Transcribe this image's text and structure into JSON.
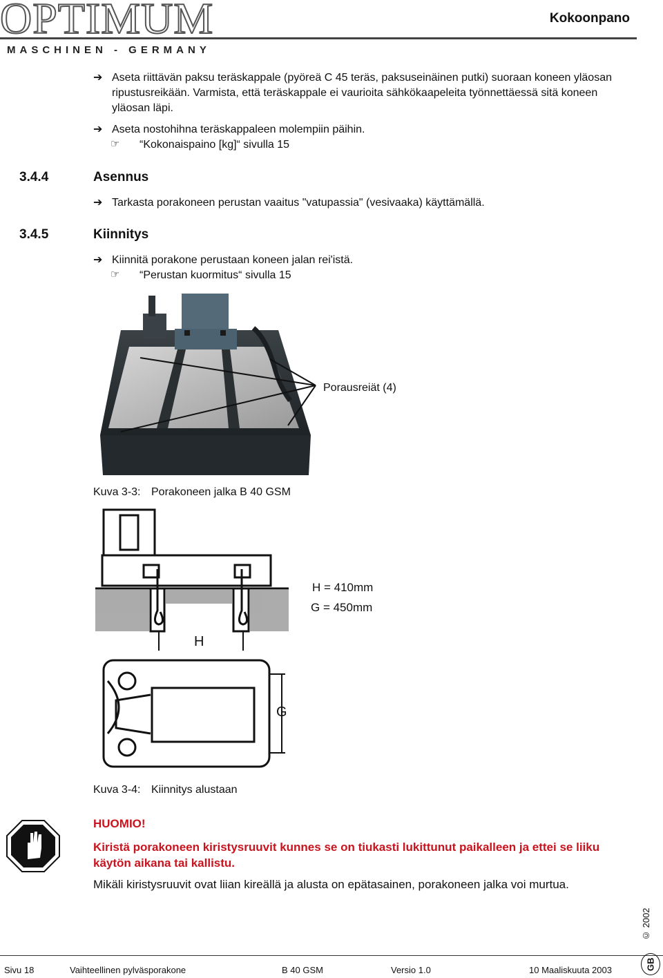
{
  "header": {
    "logo_main": "OPTIMUM",
    "logo_sub": "MASCHINEN - GERMANY",
    "section_title": "Kokoonpano"
  },
  "intro_steps": [
    "Aseta riittävän paksu teräskappale (pyöreä C 45 teräs, paksuseinäinen putki) suoraan koneen yläosan ripustusreikään. Varmista, että teräskappale ei vaurioita sähkökaapeleita työnnettäessä sitä koneen yläosan läpi.",
    "Aseta nostohihna teräskappaleen molempiin päihin."
  ],
  "intro_ref": "“Kokonaispaino [kg]“ sivulla 15",
  "sections": [
    {
      "number": "3.4.4",
      "title": "Asennus",
      "step": "Tarkasta porakoneen perustan vaaitus \"vatupassia\" (vesivaaka) käyttämällä."
    },
    {
      "number": "3.4.5",
      "title": "Kiinnitys",
      "step": "Kiinnitä porakone perustaan koneen jalan rei'istä.",
      "ref": "“Perustan kuormitus“ sivulla 15"
    }
  ],
  "figure1": {
    "callout": "Porausreiät (4)",
    "caption_label": "Kuva 3-3:",
    "caption_text": "Porakoneen jalka B 40 GSM"
  },
  "figure2": {
    "dim_h": "H = 410mm",
    "dim_g": "G = 450mm",
    "label_h": "H",
    "label_g": "G",
    "caption_label": "Kuva 3-4:",
    "caption_text": "Kiinnitys alustaan"
  },
  "notice": {
    "title": "HUOMIO!",
    "warning": "Kiristä porakoneen kiristysruuvit kunnes se on tiukasti lukittunut paikalleen ja ettei se liiku käytön aikana tai kallistu.",
    "note": "Mikäli kiristysruuvit ovat liian kireällä ja alusta on epätasainen, porakoneen jalka voi murtua."
  },
  "footer": {
    "page": "Sivu 18",
    "product": "Vaihteellinen pylväsporakone",
    "model": "B 40 GSM",
    "version": "Versio 1.0",
    "date": "10 Maaliskuuta 2003",
    "copyright": "© 2002",
    "lang": "GB"
  },
  "icons": {
    "arrow": "arrow-right-icon",
    "reference": "pointing-hand-icon",
    "warning": "stop-hand-icon"
  },
  "colors": {
    "warning_red": "#c8141e"
  }
}
